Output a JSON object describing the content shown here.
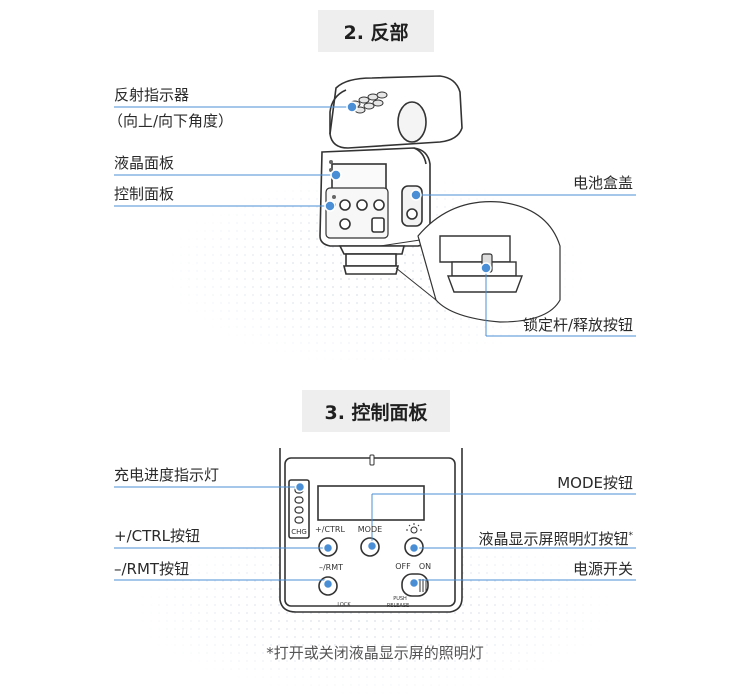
{
  "section2": {
    "title": "2. 反部",
    "labels": {
      "reflector_line1": "反射指示器",
      "reflector_line2": "（向上/向下角度）",
      "lcd_panel": "液晶面板",
      "control_panel": "控制面板",
      "battery_cover": "电池盒盖",
      "lock_lever": "锁定杆/释放按钮"
    }
  },
  "section3": {
    "title": "3. 控制面板",
    "labels": {
      "charge_indicator": "充电进度指示灯",
      "mode_button": "MODE按钮",
      "ctrl_plus_button": "+/CTRL按钮",
      "lcd_light_button": "液晶显示屏照明灯按钮",
      "lcd_light_mark": "*",
      "rmt_minus_button": "–/RMT按钮",
      "power_switch": "电源开关"
    },
    "panel_text": {
      "chg": "CHG",
      "ctrl": "+/CTRL",
      "mode": "MODE",
      "rmt": "–/RMT",
      "off": "OFF",
      "on": "ON",
      "lock": "LOCK",
      "push": "PUSH",
      "release": "RELEASE"
    }
  },
  "footnote": "*打开或关闭液晶显示屏的照明灯",
  "colors": {
    "leader_line": "#4a8fd6",
    "leader_dot": "#4a8fd6",
    "title_bg": "#eeeeee",
    "outline": "#333333"
  }
}
